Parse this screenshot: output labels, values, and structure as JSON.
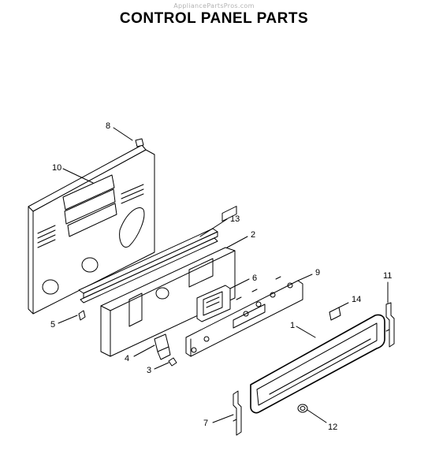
{
  "watermark": "AppliancePartsPros.com",
  "title": "CONTROL PANEL PARTS",
  "callouts": {
    "c1": "1",
    "c2": "2",
    "c3": "3",
    "c4": "4",
    "c5": "5",
    "c6": "6",
    "c7": "7",
    "c8": "8",
    "c9": "9",
    "c10": "10",
    "c11": "11",
    "c12": "12",
    "c13": "13",
    "c14": "14"
  }
}
